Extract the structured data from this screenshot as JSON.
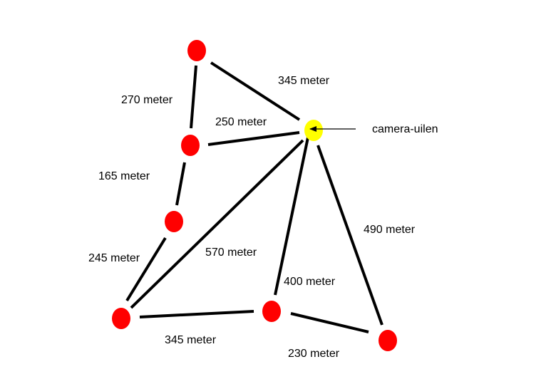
{
  "colors": {
    "node": "#ff0000",
    "camera_node": "#ffff00",
    "line": "#000000",
    "background": "#ffffff"
  },
  "nodes": [
    {
      "id": "top",
      "type": "location"
    },
    {
      "id": "upper-left",
      "type": "location"
    },
    {
      "id": "middle-left",
      "type": "location"
    },
    {
      "id": "bottom-left",
      "type": "location"
    },
    {
      "id": "bottom-middle",
      "type": "location"
    },
    {
      "id": "bottom-right",
      "type": "location"
    },
    {
      "id": "camera",
      "type": "camera"
    }
  ],
  "edges": [
    {
      "from": "top",
      "to": "camera",
      "label": "345 meter"
    },
    {
      "from": "top",
      "to": "upper-left",
      "label": "270 meter"
    },
    {
      "from": "upper-left",
      "to": "camera",
      "label": "250 meter"
    },
    {
      "from": "upper-left",
      "to": "middle-left",
      "label": "165 meter"
    },
    {
      "from": "middle-left",
      "to": "bottom-left",
      "label": "245 meter"
    },
    {
      "from": "bottom-left",
      "to": "camera",
      "label": "570 meter"
    },
    {
      "from": "bottom-middle",
      "to": "camera",
      "label": "400 meter"
    },
    {
      "from": "bottom-right",
      "to": "camera",
      "label": "490 meter"
    },
    {
      "from": "bottom-left",
      "to": "bottom-middle",
      "label": "345 meter"
    },
    {
      "from": "bottom-middle",
      "to": "bottom-right",
      "label": "230 meter"
    }
  ],
  "annotation": {
    "label": "camera-uilen",
    "points_to": "camera"
  }
}
